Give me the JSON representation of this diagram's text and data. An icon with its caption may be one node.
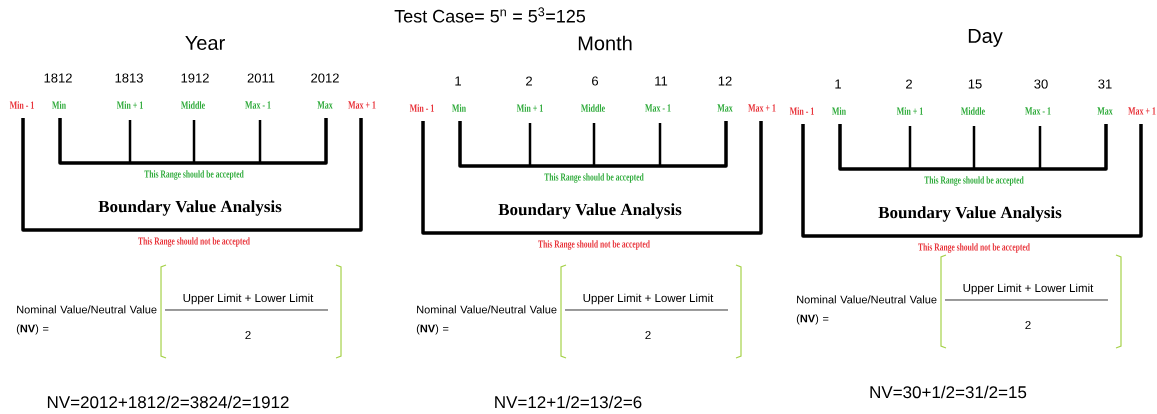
{
  "diagram": {
    "title": "Test Case= 5$^{n}$ = 5$^{3}$=125",
    "labels": [
      "Year",
      "1812",
      "1813",
      "1912",
      "2011",
      "2012",
      "Min - 1",
      "Min",
      "Min + 1",
      "Middle",
      "Max - 1",
      "Max",
      "Max + 1",
      "This Range should be accepted",
      "Boundary Value Analysis",
      "This Range should not be accepted",
      "Nominal Value/Neutral Value (**NV**) =",
      "Upper Limit + Lower Limit",
      "2",
      "NV=2012+1812/2=3824/2=1912",
      "Month",
      "1",
      "2",
      "6",
      "11",
      "12",
      "Min - 1",
      "Min",
      "Min + 1",
      "Middle",
      "Max - 1",
      "Max",
      "Max + 1",
      "This Range should be accepted",
      "Boundary Value Analysis",
      "This Range should not be accepted",
      "Nominal Value/Neutral Value (**NV**) =",
      "Upper Limit + Lower Limit",
      "2",
      "NV=12+1/2=13/2=6",
      "Day",
      "1",
      "2",
      "15",
      "30",
      "31",
      "Min - 1",
      "Min",
      "Min + 1",
      "Middle",
      "Max - 1",
      "Max",
      "Max + 1",
      "This Range should be accepted",
      "Boundary Value Analysis",
      "This Range should not be accepted",
      "Nominal Value/Neutral Value (**NV**) =",
      "Upper Limit + Lower Limit",
      "2",
      "NV=30+1/2=31/2=15"
    ]
  }
}
